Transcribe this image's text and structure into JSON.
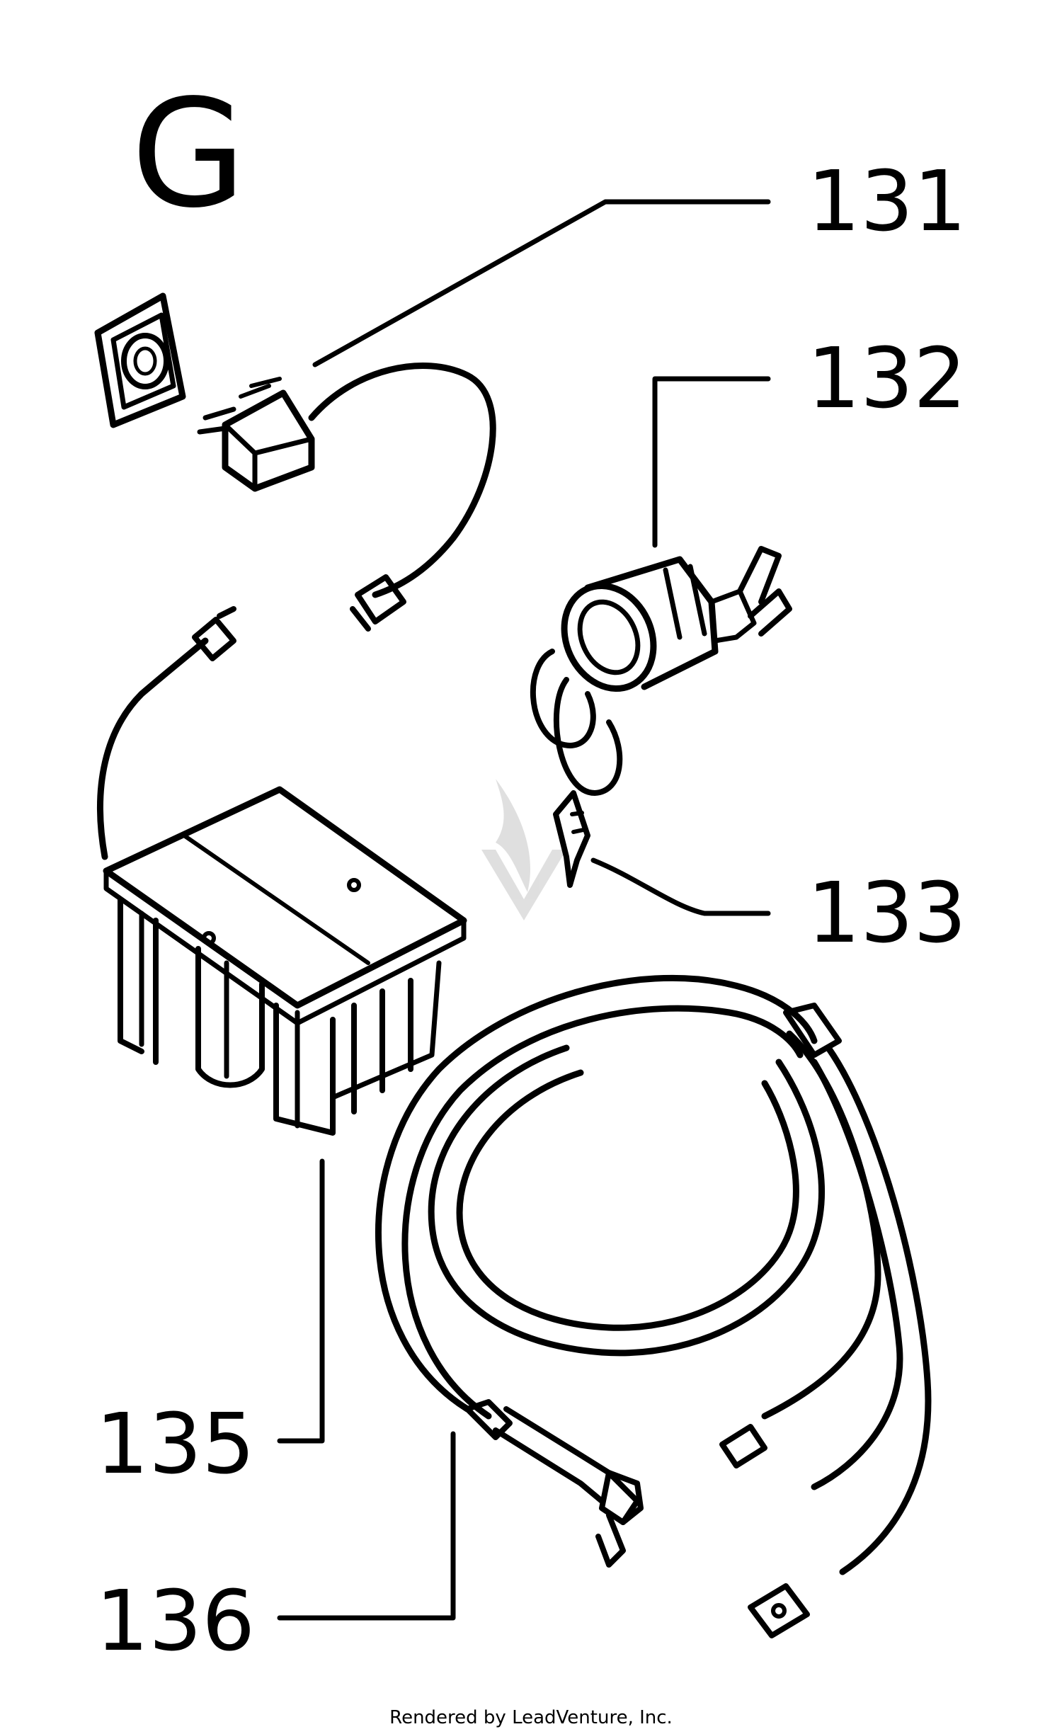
{
  "diagram": {
    "section_letter": "G",
    "callouts": {
      "c131": "131",
      "c132": "132",
      "c133": "133",
      "c135": "135",
      "c136": "136"
    },
    "footer": "Rendered by LeadVenture, Inc."
  },
  "colors": {
    "ink": "#000000",
    "background": "#ffffff"
  }
}
